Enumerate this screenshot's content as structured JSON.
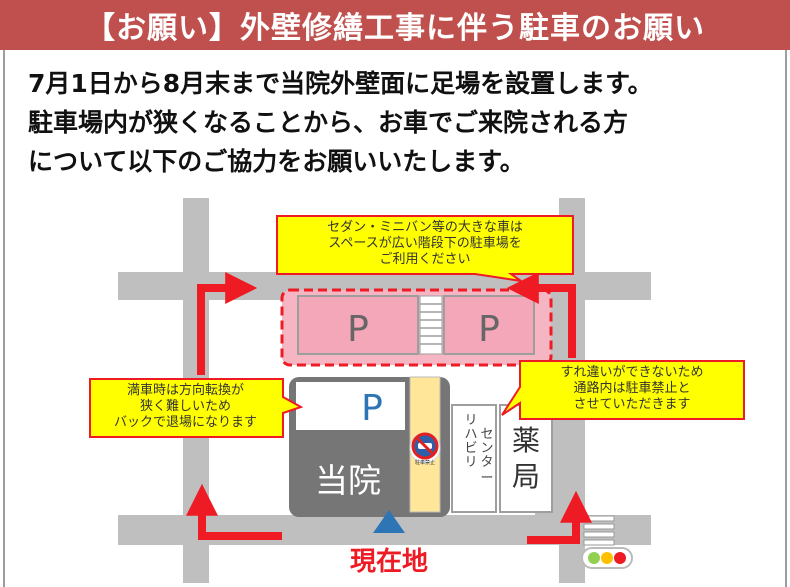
{
  "title": "【お願い】外壁修繕工事に伴う駐車のお願い",
  "intro": [
    "7月1日から8月末まで当院外壁面に足場を設置します。",
    "駐車場内が狭くなることから、お車でご来院される方",
    "について以下のご協力をお願いいたします。"
  ],
  "callouts": {
    "top": [
      "セダン・ミニバン等の大きな車は",
      "スペースが広い階段下の駐車場を",
      "ご利用ください"
    ],
    "left": [
      "満車時は方向転換が",
      "狭く難しいため",
      "バックで退場になります"
    ],
    "right": [
      "すれ違いができないため",
      "通路内は駐車禁止と",
      "させていただきます"
    ]
  },
  "map": {
    "parking_mark": "P",
    "hospital": "当院",
    "rehab": [
      "リ",
      "ハ",
      "ビ",
      "リ",
      "セ",
      "ン",
      "タ",
      "ー"
    ],
    "pharmacy": [
      "薬",
      "局"
    ],
    "current_location": "現在地",
    "no_parking_sign": "駐車禁止"
  },
  "colors": {
    "title_bg": "#c0504d",
    "arrow_red": "#ee1b24",
    "parking_pink": "#f5b5c3",
    "callout_yellow": "#ffff00",
    "road_gray": "#bfbfbf",
    "hospital_gray": "#767676",
    "marker_blue": "#2e75b6"
  }
}
